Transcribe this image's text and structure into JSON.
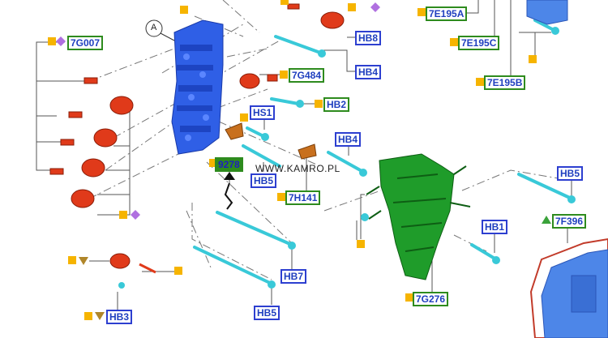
{
  "callout_letter": "A",
  "watermark": "WWW.KAMRO.PL",
  "labels": {
    "7G007": "7G007",
    "7E195A": "7E195A",
    "7E195C": "7E195C",
    "7E195B": "7E195B",
    "HB8": "HB8",
    "HB4_top": "HB4",
    "7G484": "7G484",
    "HB2": "HB2",
    "HS1": "HS1",
    "HB4_mid": "HB4",
    "9278": "9278",
    "HB5_mid": "HB5",
    "7H141": "7H141",
    "HB5_right": "HB5",
    "7F396": "7F396",
    "HB1": "HB1",
    "HB7": "HB7",
    "7G276": "7G276",
    "HB3": "HB3",
    "HB5_bottom": "HB5"
  },
  "colors": {
    "valve_body": "#2f5fe6",
    "solenoid": "#e03a1a",
    "harness": "#1f9c2a",
    "bolt": "#39c9d8",
    "bracket": "#c8701e",
    "pan": "#4d86e8",
    "gasket": "#c23b2a",
    "square_marker": "#f6b400",
    "diamond_marker": "#b070e0",
    "triangle_marker_brown": "#b0862a",
    "triangle_marker_green": "#3aa23a"
  }
}
